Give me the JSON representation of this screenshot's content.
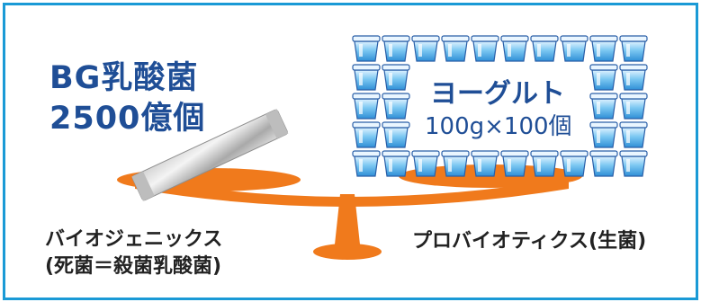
{
  "headline": {
    "line1": "BG乳酸菌",
    "line2": "2500億個"
  },
  "yogurt": {
    "title": "ヨーグルト",
    "amount": "100g×100個"
  },
  "left_label": {
    "line1": "バイオジェニックス",
    "line2": "(死菌＝殺菌乳酸菌)"
  },
  "right_label": "プロバイオティクス(生菌)",
  "colors": {
    "frame": "#1a9ad6",
    "text_blue": "#1f4e96",
    "scale_orange": "#f07a1c",
    "cup_blue": "#5fb6ea"
  }
}
